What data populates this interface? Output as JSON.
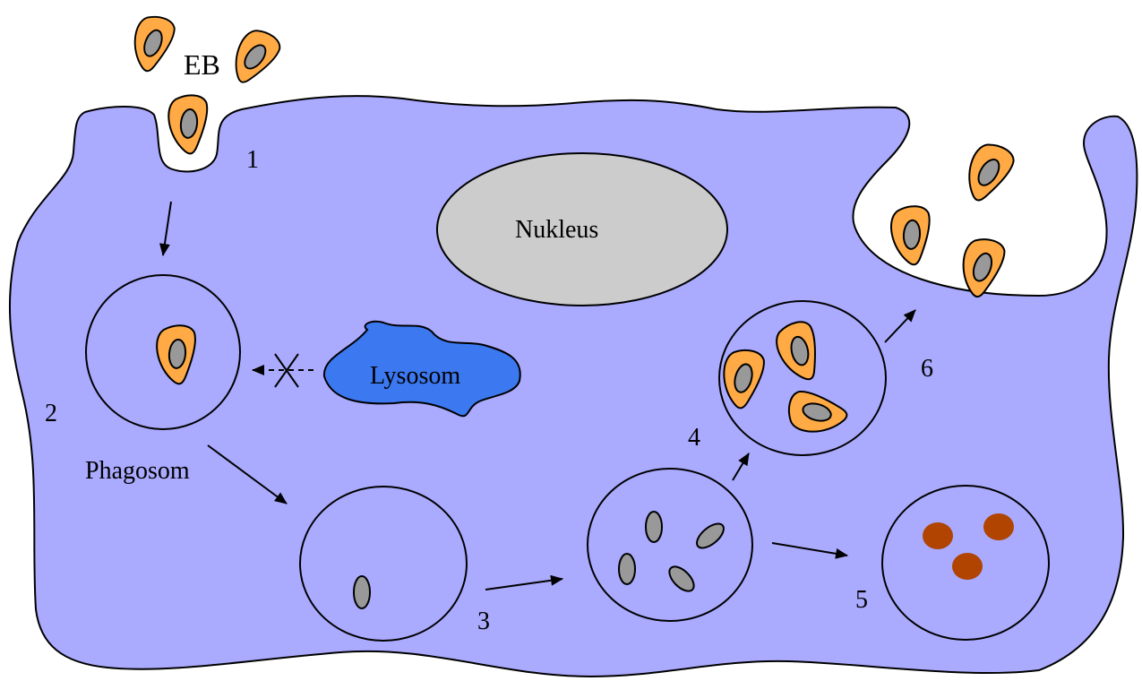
{
  "labels": {
    "eb": "EB",
    "nucleus": "Nukleus",
    "lysosome": "Lysosom",
    "phagosome": "Phagosom",
    "step_1": "1",
    "step_2": "2",
    "step_3": "3",
    "step_4": "4",
    "step_5": "5",
    "step_6": "6"
  },
  "colors": {
    "cell": "#aaaaff",
    "nucleus": "#cccccc",
    "lysosome": "#3c78f0",
    "elementary_body": "#ffaa44",
    "inner_body": "#999999",
    "dense_particle": "#b04400"
  }
}
